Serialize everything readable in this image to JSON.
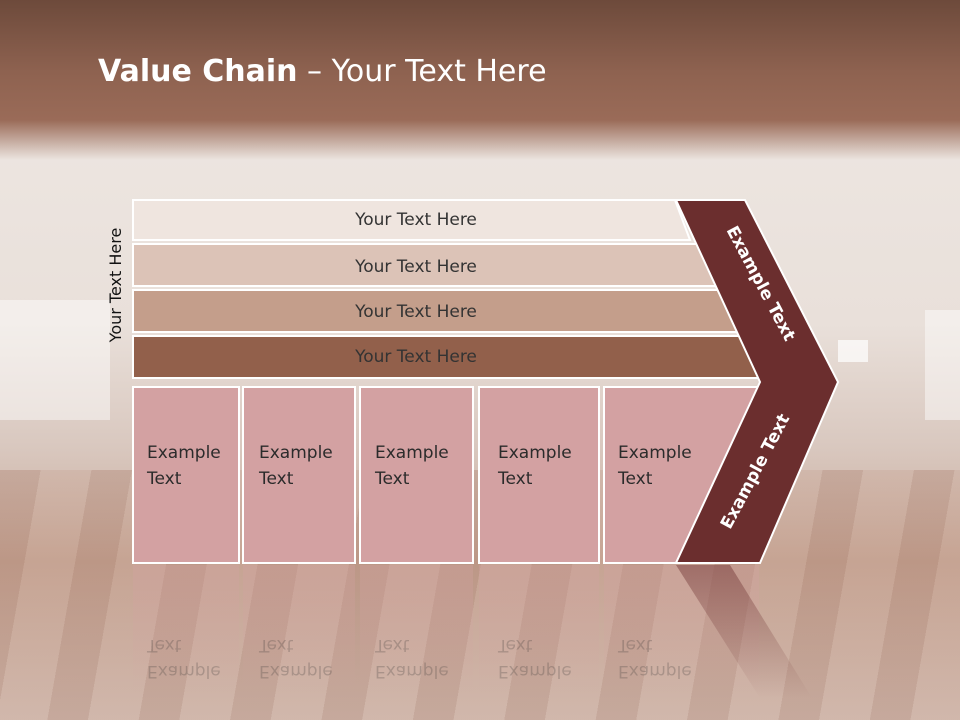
{
  "slide": {
    "title_bold": "Value Chain",
    "title_rest": " – Your Text Here",
    "vertical_label": "Your Text Here"
  },
  "rows": [
    {
      "label": "Your Text Here",
      "color": "#efe5df"
    },
    {
      "label": "Your Text Here",
      "color": "#dcc3b7"
    },
    {
      "label": "Your Text Here",
      "color": "#c49e8b"
    },
    {
      "label": "Your Text Here",
      "color": "#92604b"
    }
  ],
  "boxes": [
    {
      "line1": "Example",
      "line2": "Text"
    },
    {
      "line1": "Example",
      "line2": "Text"
    },
    {
      "line1": "Example",
      "line2": "Text"
    },
    {
      "line1": "Example",
      "line2": "Text"
    },
    {
      "line1": "Example",
      "line2": "Text"
    }
  ],
  "chevron": {
    "top_text": "Example Text",
    "bottom_text": "Example Text",
    "color": "#6b2e2e"
  },
  "colors": {
    "box_fill": "#d3a1a2",
    "header": "#8e6250"
  }
}
